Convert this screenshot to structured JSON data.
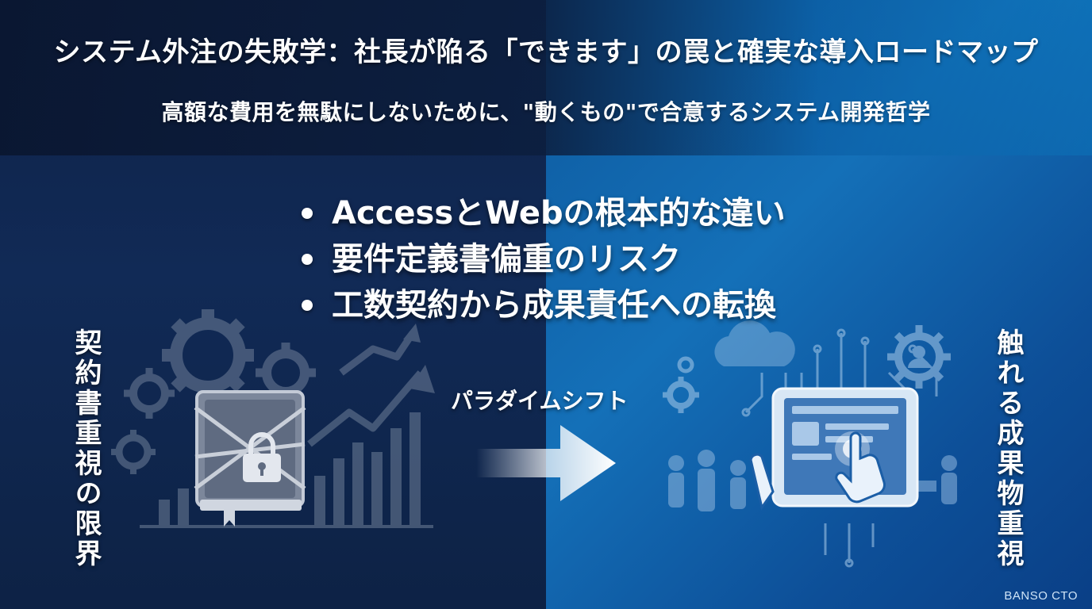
{
  "title": "システム外注の失敗学：社長が陥る「できます」の罠と確実な導入ロードマップ",
  "subtitle": "高額な費用を無駄にしないために、\"動くもの\"で合意するシステム開発哲学",
  "bullets": [
    "AccessとWebの根本的な違い",
    "要件定義書偏重のリスク",
    "工数契約から成果責任への転換"
  ],
  "left_label": "契約書重視の限界",
  "right_label": "触れる成果物重視",
  "shift_label": "パラダイムシフト",
  "footer": "BANSO CTO",
  "icons": {
    "left": [
      "gear-icon",
      "chained-book-icon",
      "padlock-icon",
      "rising-arrow-icon",
      "bar-chart-icon"
    ],
    "right": [
      "cloud-icon",
      "circuit-icon",
      "tablet-icon",
      "touch-hand-icon",
      "user-gear-icon",
      "people-icon"
    ]
  }
}
